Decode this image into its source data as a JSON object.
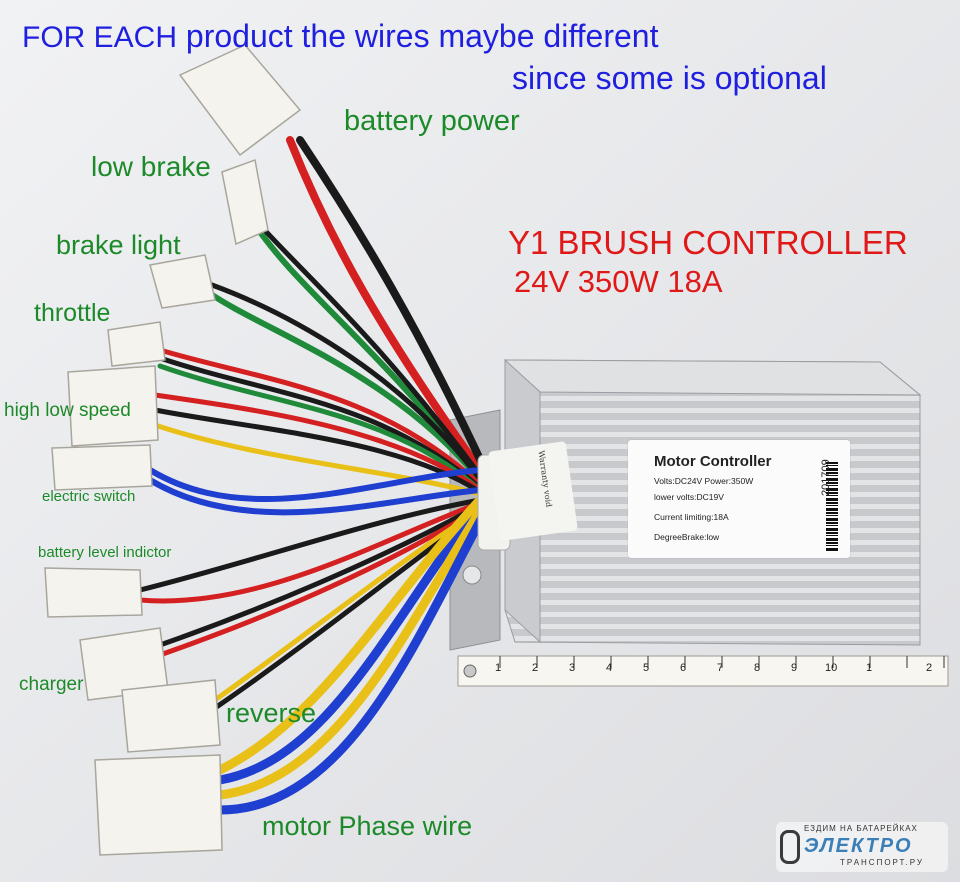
{
  "header": {
    "line1_a": "FOR EACH",
    "line1_b": " product the wires maybe different",
    "line2": "since some is optional"
  },
  "controller": {
    "title": "Y1 BRUSH CONTROLLER",
    "spec": "24V 350W 18A"
  },
  "labels": {
    "battery_power": "battery power",
    "low_brake": "low brake",
    "brake_light": "brake light",
    "throttle": "throttle",
    "high_low_speed": "high low speed",
    "electric_switch": "electric switch",
    "battery_level": "battery level indictor",
    "charger": "charger",
    "reverse": "reverse",
    "motor_phase": "motor Phase wire"
  },
  "sticker": {
    "title": "Motor Controller",
    "volts": "Volts:DC24V   Power:350W",
    "lower_volts": "lower volts:DC19V",
    "current": "Current limiting:18A",
    "degree": "DegreeBrake:low",
    "date_code": "201709"
  },
  "warranty": "Warranty void",
  "ruler": [
    "1",
    "2",
    "3",
    "4",
    "5",
    "6",
    "7",
    "8",
    "9",
    "10",
    "1",
    "2"
  ],
  "watermark": {
    "top": "ЕЗДИМ НА БАТАРЕЙКАХ",
    "main": "ЭЛЕКТРО",
    "bottom": "ТРАНСПОРТ.РУ"
  },
  "colors": {
    "label_green": "#1d8a2a",
    "header_blue": "#1f1fe0",
    "title_red": "#e01818",
    "wire_red": "#d42020",
    "wire_black": "#1a1a1a",
    "wire_green": "#1e8a3a",
    "wire_blue": "#1f3fd0",
    "wire_yellow": "#e8c018"
  }
}
